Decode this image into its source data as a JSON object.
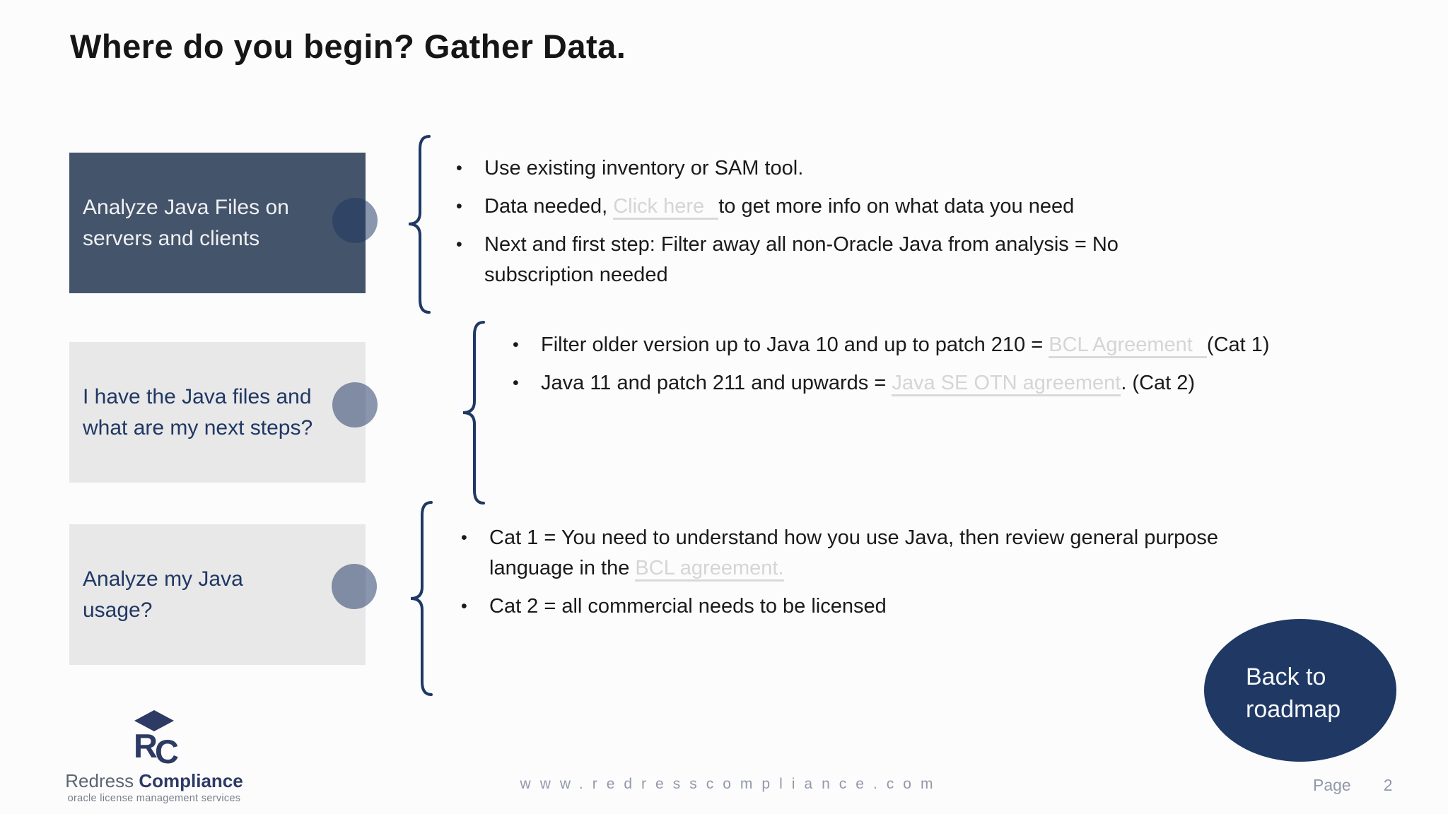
{
  "title": "Where do you begin? Gather Data.",
  "glyphs": {
    "bullet": "•"
  },
  "colors": {
    "background": "#FCFCFC",
    "title_text": "#161616",
    "body_text": "#1A1A1A",
    "dark_box_bg": "#44546A",
    "dark_box_text": "#EFF1F4",
    "light_box_bg": "#E9E8E8",
    "navy": "#1F3864",
    "link_gray": "#D6D5D5",
    "link_underline": "#D9D9D9",
    "footer_gray": "#9199AA",
    "brand_light": "#5C6672",
    "brand_bold": "#2C3A64",
    "tagline_gray": "#767E8A"
  },
  "steps": [
    {
      "line1": "Analyze Java Files on",
      "line2": "servers and clients"
    },
    {
      "line1": "I have the Java files and",
      "line2": "what are my next steps?"
    },
    {
      "line1": "Analyze my Java",
      "line2": "usage?"
    }
  ],
  "sections": [
    {
      "items": [
        {
          "text": "Use existing inventory or SAM tool."
        },
        {
          "pre": "Data needed, ",
          "link": "Click here ",
          "post": "to get more info on what data you need"
        },
        {
          "line1": "Next and first step: Filter away all non-Oracle Java from analysis = No",
          "line2": "subscription needed"
        }
      ]
    },
    {
      "items": [
        {
          "pre": "Filter older version up to Java 10 and up to patch 210 = ",
          "link": "BCL Agreement ",
          "post": "(Cat 1)"
        },
        {
          "pre": "Java 11 and patch 211 and upwards = ",
          "link": "Java SE OTN agreement",
          "post": ". (Cat 2)"
        }
      ]
    },
    {
      "items": [
        {
          "line1": "Cat 1 = You need to understand how you use Java, then review general purpose",
          "pre": "language in the ",
          "link": "BCL agreement."
        },
        {
          "text": "Cat 2 = all commercial needs to be licensed"
        }
      ]
    }
  ],
  "roadmap": {
    "line1": "Back to",
    "line2": "roadmap"
  },
  "logo": {
    "monogram_r": "R",
    "monogram_c": "C",
    "brand_first": "Redress",
    "brand_second": "Compliance",
    "tagline": "oracle license management services"
  },
  "footer": {
    "website": "www.redresscompliance.com",
    "page_label": "Page",
    "page_number": "2"
  }
}
